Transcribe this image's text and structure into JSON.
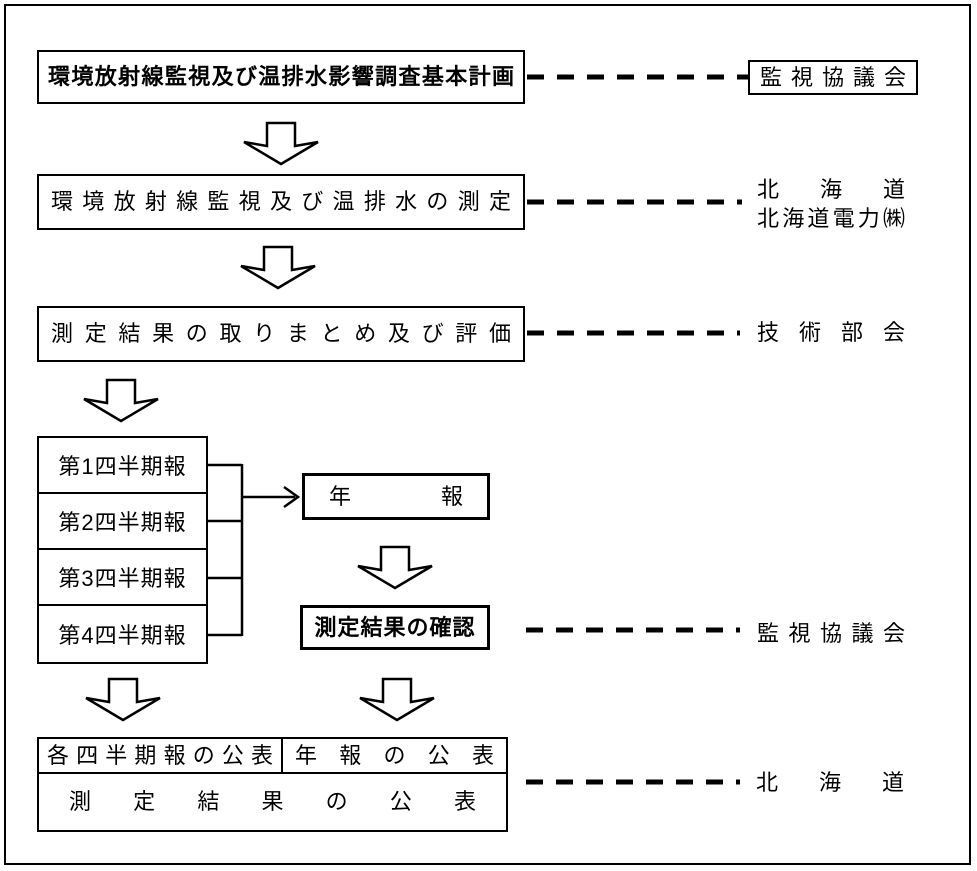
{
  "diagram": {
    "boxes": {
      "plan": "環境放射線監視及び温排水影響調査基本計画",
      "measurement": "環境放射線監視及び温排水の測定",
      "summary": "測定結果の取りまとめ及び評価",
      "quarterly_reports": [
        "第1四半期報",
        "第2四半期報",
        "第3四半期報",
        "第4四半期報"
      ],
      "annual_report": "年報",
      "confirmation": "測定結果の確認"
    },
    "publication_table": {
      "quarterly_publication": "各四半期報の公表",
      "annual_publication": "年報の公表",
      "results_publication": "測定結果の公表"
    },
    "organizations": {
      "council_top": "監視協議会",
      "hokkaido": "北海道",
      "hepco": "北海道電力㈱",
      "technical_committee": "技術部会",
      "council_bottom": "監視協議会",
      "hokkaido_bottom": "北海道"
    },
    "colors": {
      "line": "#000000",
      "background": "#ffffff",
      "text": "#000000"
    }
  }
}
